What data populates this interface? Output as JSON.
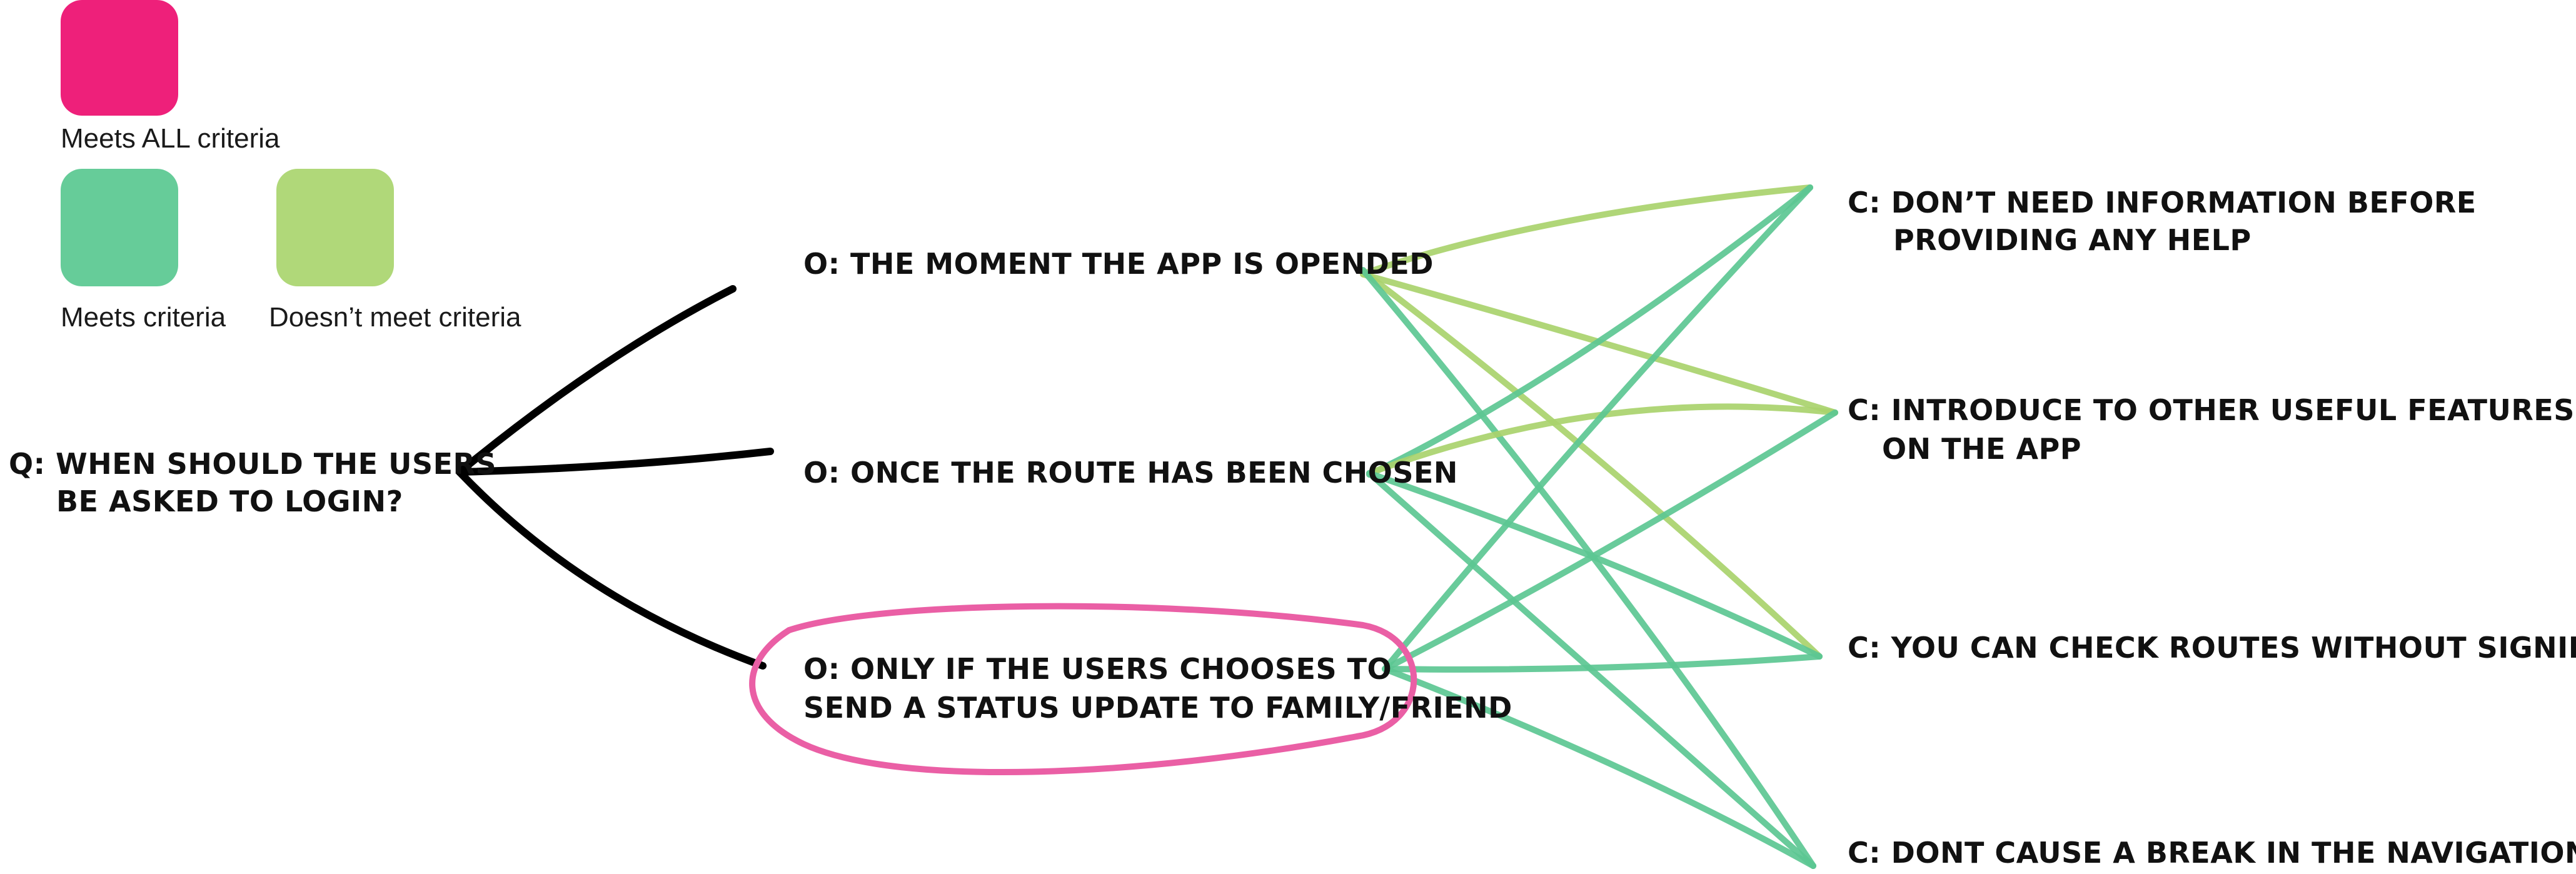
{
  "legend": {
    "items": [
      {
        "label": "Meets ALL criteria",
        "color": "#ee207a"
      },
      {
        "label": "Meets criteria",
        "color": "#66cc99"
      },
      {
        "label": "Doesn’t meet criteria",
        "color": "#b0d879"
      }
    ]
  },
  "question": {
    "lines": [
      "Q:  WHEN SHOULD THE USERS",
      "BE ASKED TO LOGIN?"
    ]
  },
  "options": [
    {
      "lines": [
        "O: THE MOMENT THE APP IS OPENDED"
      ],
      "highlighted": false
    },
    {
      "lines": [
        "O: ONCE THE ROUTE HAS BEEN CHOSEN"
      ],
      "highlighted": false
    },
    {
      "lines": [
        "O: ONLY IF THE USERS CHOOSES TO",
        "SEND A STATUS UPDATE TO FAMILY/FRIEND"
      ],
      "highlighted": true
    }
  ],
  "criteria": [
    {
      "lines": [
        "C: DON’T NEED INFORMATION BEFORE",
        "PROVIDING ANY HELP"
      ]
    },
    {
      "lines": [
        "C: INTRODUCE TO OTHER USEFUL FEATURES",
        "ON THE APP"
      ]
    },
    {
      "lines": [
        "C: YOU CAN CHECK ROUTES WITHOUT SIGNING IN"
      ]
    },
    {
      "lines": [
        "C: DONT CAUSE A BREAK IN THE NAVIGATION FLOW"
      ]
    }
  ],
  "connections": [
    {
      "option": 0,
      "criterion": 0,
      "status": "not_met"
    },
    {
      "option": 0,
      "criterion": 1,
      "status": "not_met"
    },
    {
      "option": 0,
      "criterion": 2,
      "status": "not_met"
    },
    {
      "option": 0,
      "criterion": 3,
      "status": "met"
    },
    {
      "option": 1,
      "criterion": 0,
      "status": "met"
    },
    {
      "option": 1,
      "criterion": 1,
      "status": "not_met"
    },
    {
      "option": 1,
      "criterion": 2,
      "status": "met"
    },
    {
      "option": 1,
      "criterion": 3,
      "status": "met"
    },
    {
      "option": 2,
      "criterion": 0,
      "status": "met"
    },
    {
      "option": 2,
      "criterion": 1,
      "status": "met"
    },
    {
      "option": 2,
      "criterion": 2,
      "status": "met"
    },
    {
      "option": 2,
      "criterion": 3,
      "status": "met"
    }
  ],
  "colors": {
    "met": "#5cc792",
    "not_met": "#a9d36d",
    "highlight": "#ea5fa5",
    "branch": "#000000"
  }
}
